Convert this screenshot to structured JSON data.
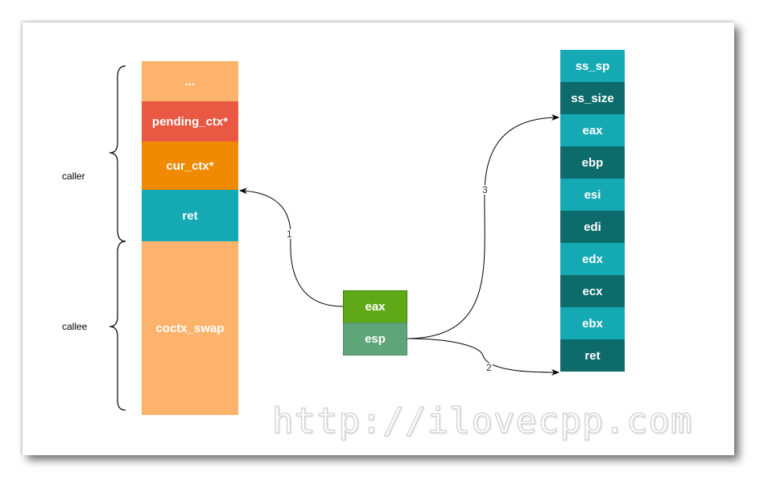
{
  "colors": {
    "peach": "#fdb36b",
    "red": "#e85843",
    "orange": "#f08a00",
    "teal": "#15a9b4",
    "dark_teal": "#0d6b6b",
    "green": "#5fa919",
    "muted_green": "#5ea57a"
  },
  "labels": {
    "caller": "caller",
    "callee": "callee"
  },
  "stack": [
    {
      "label": "..."
    },
    {
      "label": "pending_ctx*"
    },
    {
      "label": "cur_ctx*"
    },
    {
      "label": "ret"
    },
    {
      "label": "coctx_swap"
    }
  ],
  "registers": [
    {
      "label": "eax"
    },
    {
      "label": "esp"
    }
  ],
  "context": [
    {
      "label": "ss_sp"
    },
    {
      "label": "ss_size"
    },
    {
      "label": "eax"
    },
    {
      "label": "ebp"
    },
    {
      "label": "esi"
    },
    {
      "label": "edi"
    },
    {
      "label": "edx"
    },
    {
      "label": "ecx"
    },
    {
      "label": "ebx"
    },
    {
      "label": "ret"
    }
  ],
  "edges": [
    {
      "label": "1"
    },
    {
      "label": "2"
    },
    {
      "label": "3"
    }
  ],
  "watermark": "http://ilovecpp.com"
}
